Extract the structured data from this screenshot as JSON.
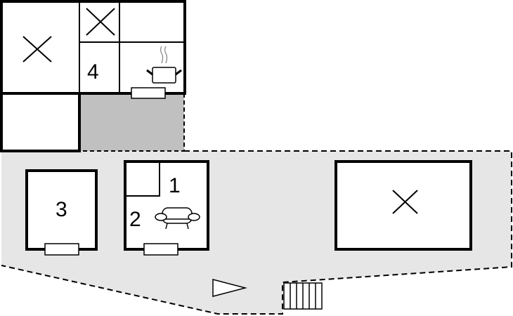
{
  "rooms": {
    "r1": "1",
    "r2": "2",
    "r3": "3",
    "r4": "4"
  },
  "colors": {
    "terrace": "#e6e6e6",
    "covered": "#c0c0c0",
    "wall": "#000000"
  }
}
